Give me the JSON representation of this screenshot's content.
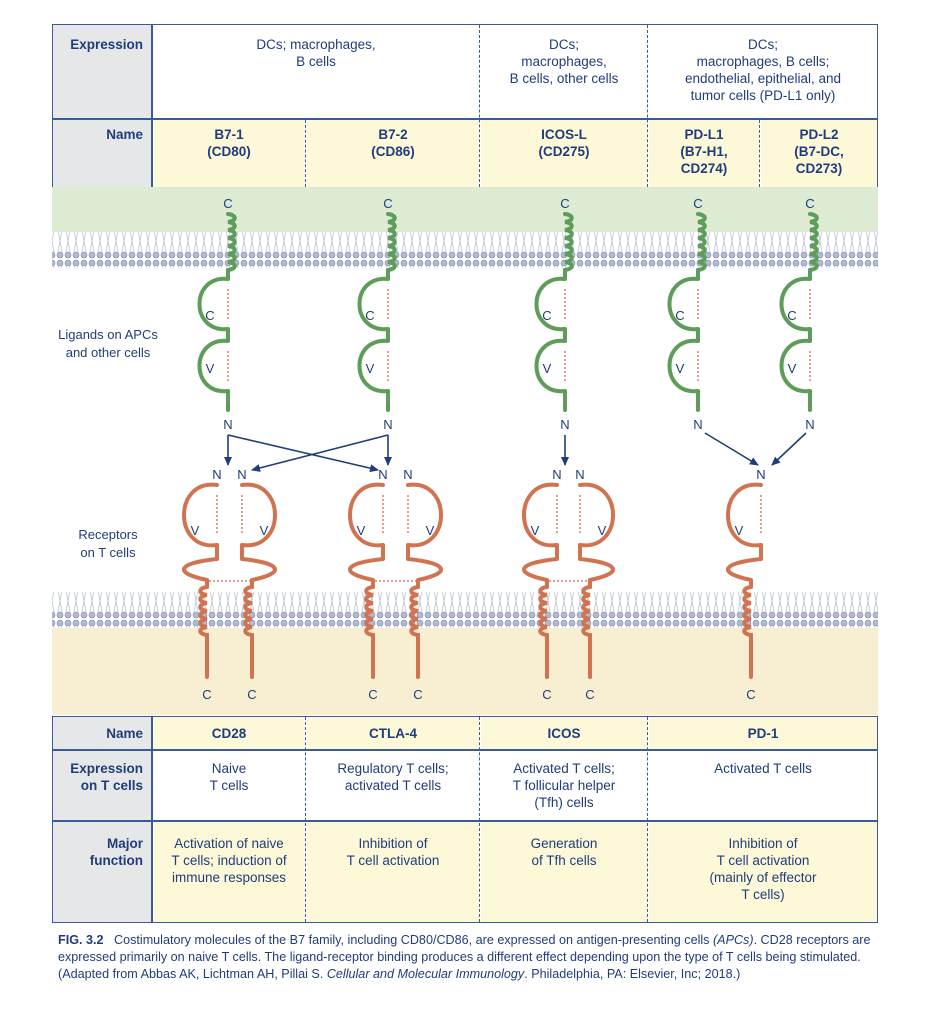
{
  "top_table": {
    "expression_header": "Expression",
    "name_header": "Name",
    "expression": [
      "DCs; macrophages,\nB cells",
      "DCs;\nmacrophages,\nB cells, other cells",
      "DCs;\nmacrophages, B cells;\nendothelial, epithelial, and\ntumor cells (PD-L1 only)"
    ],
    "names": [
      "B7-1\n(CD80)",
      "B7-2\n(CD86)",
      "ICOS-L\n(CD275)",
      "PD-L1\n(B7-H1,\nCD274)",
      "PD-L2\n(B7-DC,\nCD273)"
    ]
  },
  "diagram": {
    "ligands_label": "Ligands on APCs\nand other cells",
    "receptors_label": "Receptors\non T cells",
    "c_terminus": "C",
    "n_terminus": "N",
    "c_domain": "C",
    "v_domain": "V",
    "colors": {
      "ligand": "#5e9c5a",
      "receptor": "#cf7350",
      "arrow": "#1f3d7a",
      "apc_band": "#dcebd2",
      "tcell_band": "#f8efd2",
      "membrane": "#9aa6bf"
    }
  },
  "bottom_table": {
    "name_header": "Name",
    "expression_header": "Expression\non T cells",
    "function_header": "Major\nfunction",
    "names": [
      "CD28",
      "CTLA-4",
      "ICOS",
      "PD-1"
    ],
    "expression": [
      "Naive\nT cells",
      "Regulatory T cells;\nactivated T cells",
      "Activated T cells;\nT follicular helper\n(Tfh) cells",
      "Activated T cells"
    ],
    "function": [
      "Activation of naive\nT cells; induction of\nimmune responses",
      "Inhibition of\nT cell activation",
      "Generation\nof Tfh cells",
      "Inhibition of\nT cell activation\n(mainly of effector\nT cells)"
    ]
  },
  "caption": {
    "fig_label": "FIG. 3.2",
    "part1": "Costimulatory molecules of the B7 family, including CD80/CD86, are expressed on antigen-presenting cells ",
    "apcs": "(APCs)",
    "part2": ". CD28 receptors are expressed primarily on naive T cells. The ligand-receptor binding produces a different effect depending upon the type of T cells being stimulated. (Adapted from Abbas AK, Lichtman AH, Pillai S. ",
    "book": "Cellular and Molecular Immunology",
    "part3": ". Philadelphia, PA: Elsevier, Inc; 2018.)"
  }
}
